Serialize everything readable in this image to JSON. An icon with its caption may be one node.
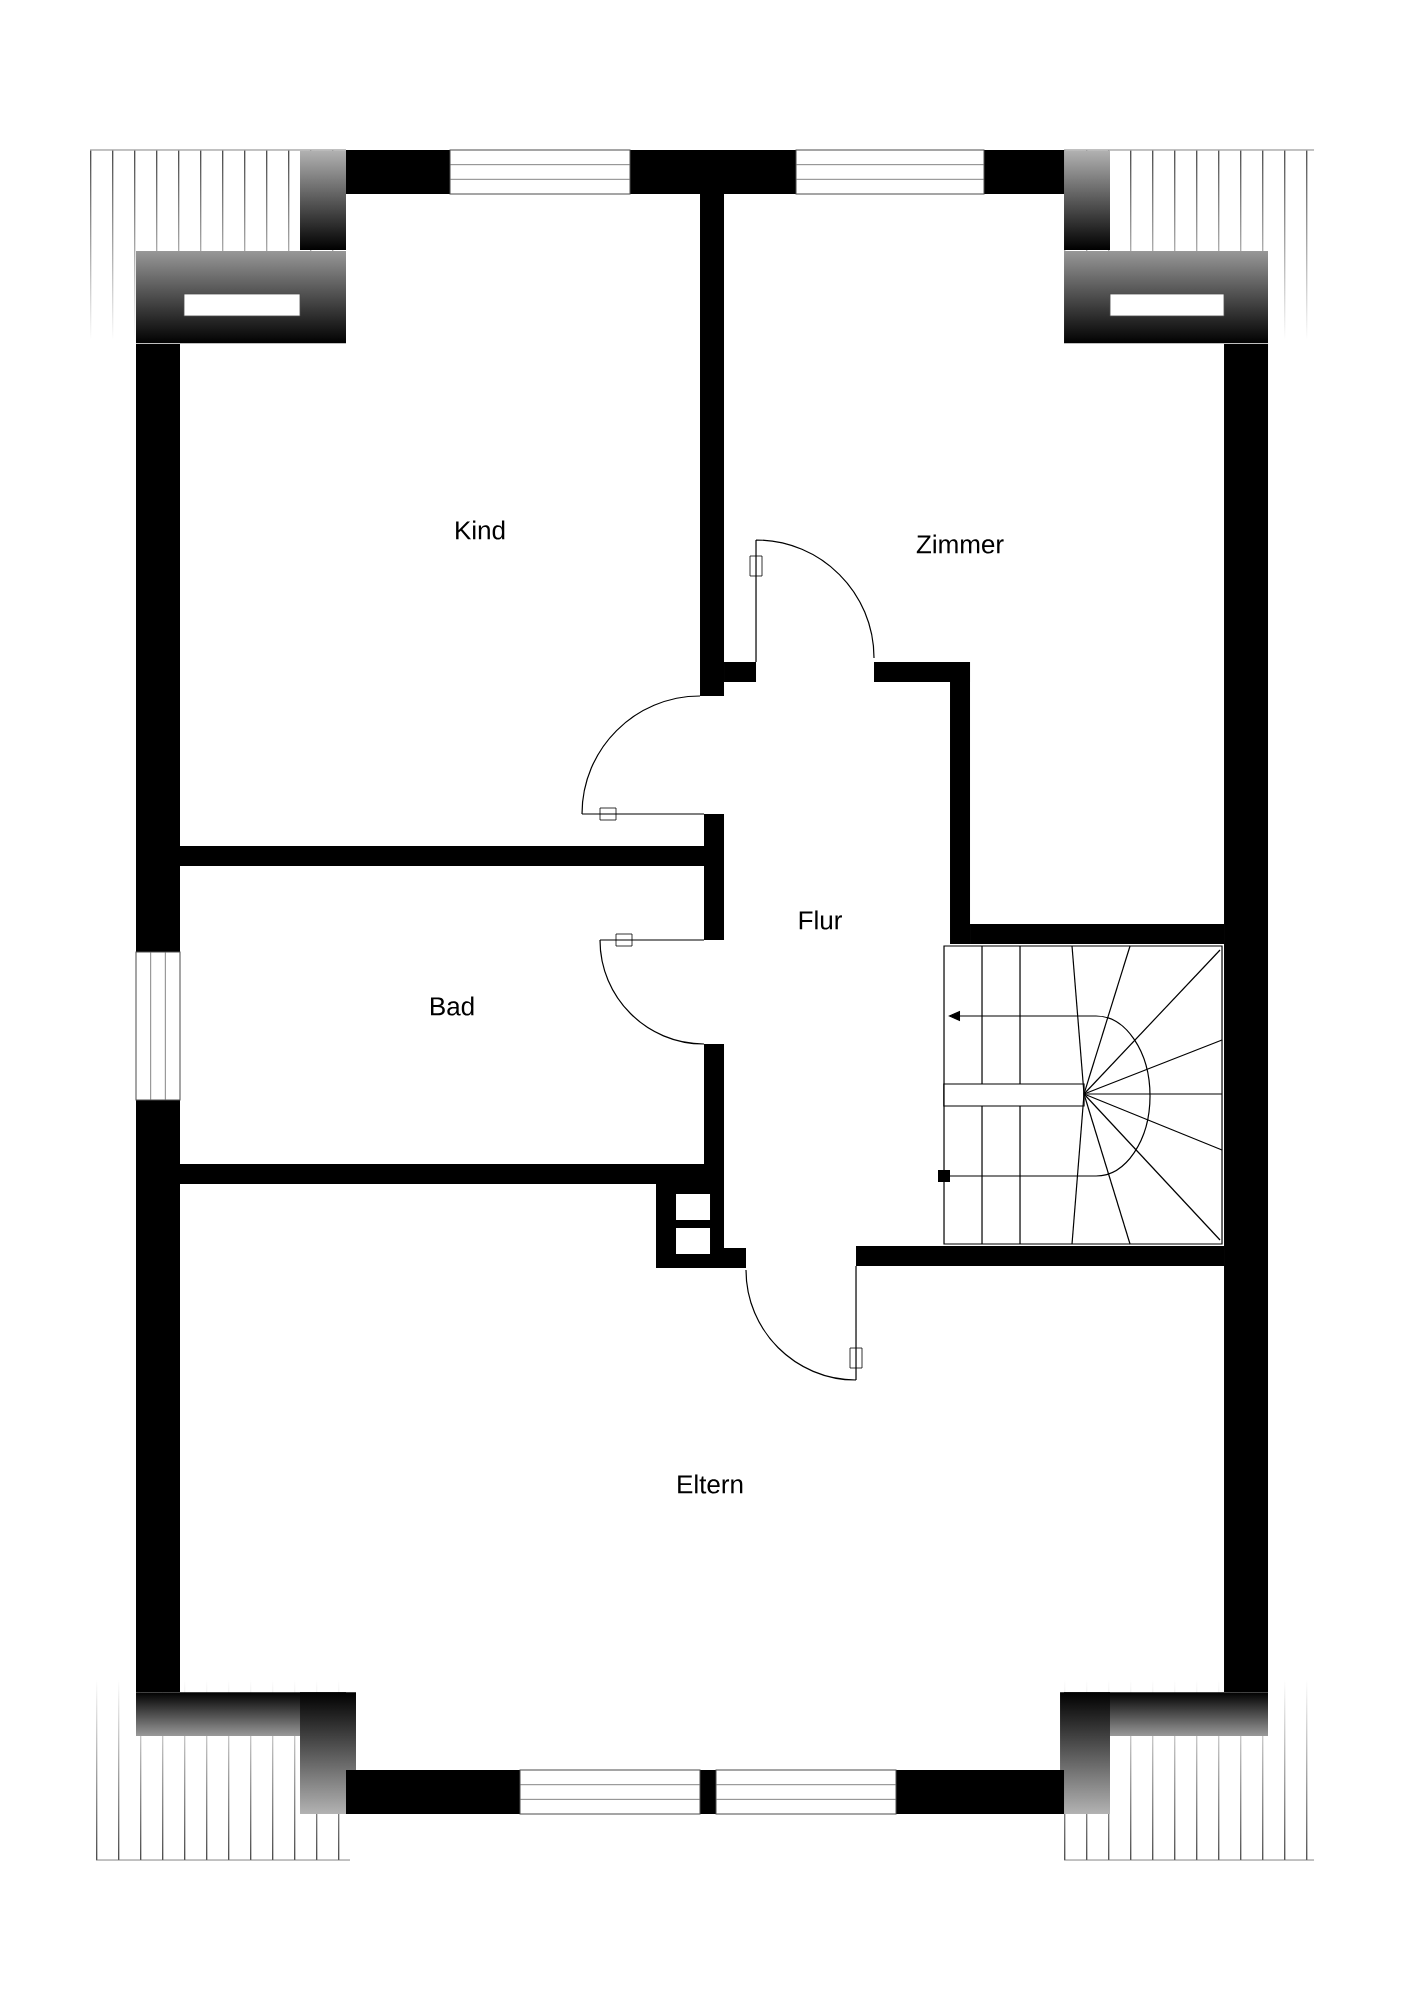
{
  "diagram": {
    "labels": [
      "Kind",
      "Zimmer",
      "Flur",
      "Bad",
      "Eltern"
    ]
  }
}
